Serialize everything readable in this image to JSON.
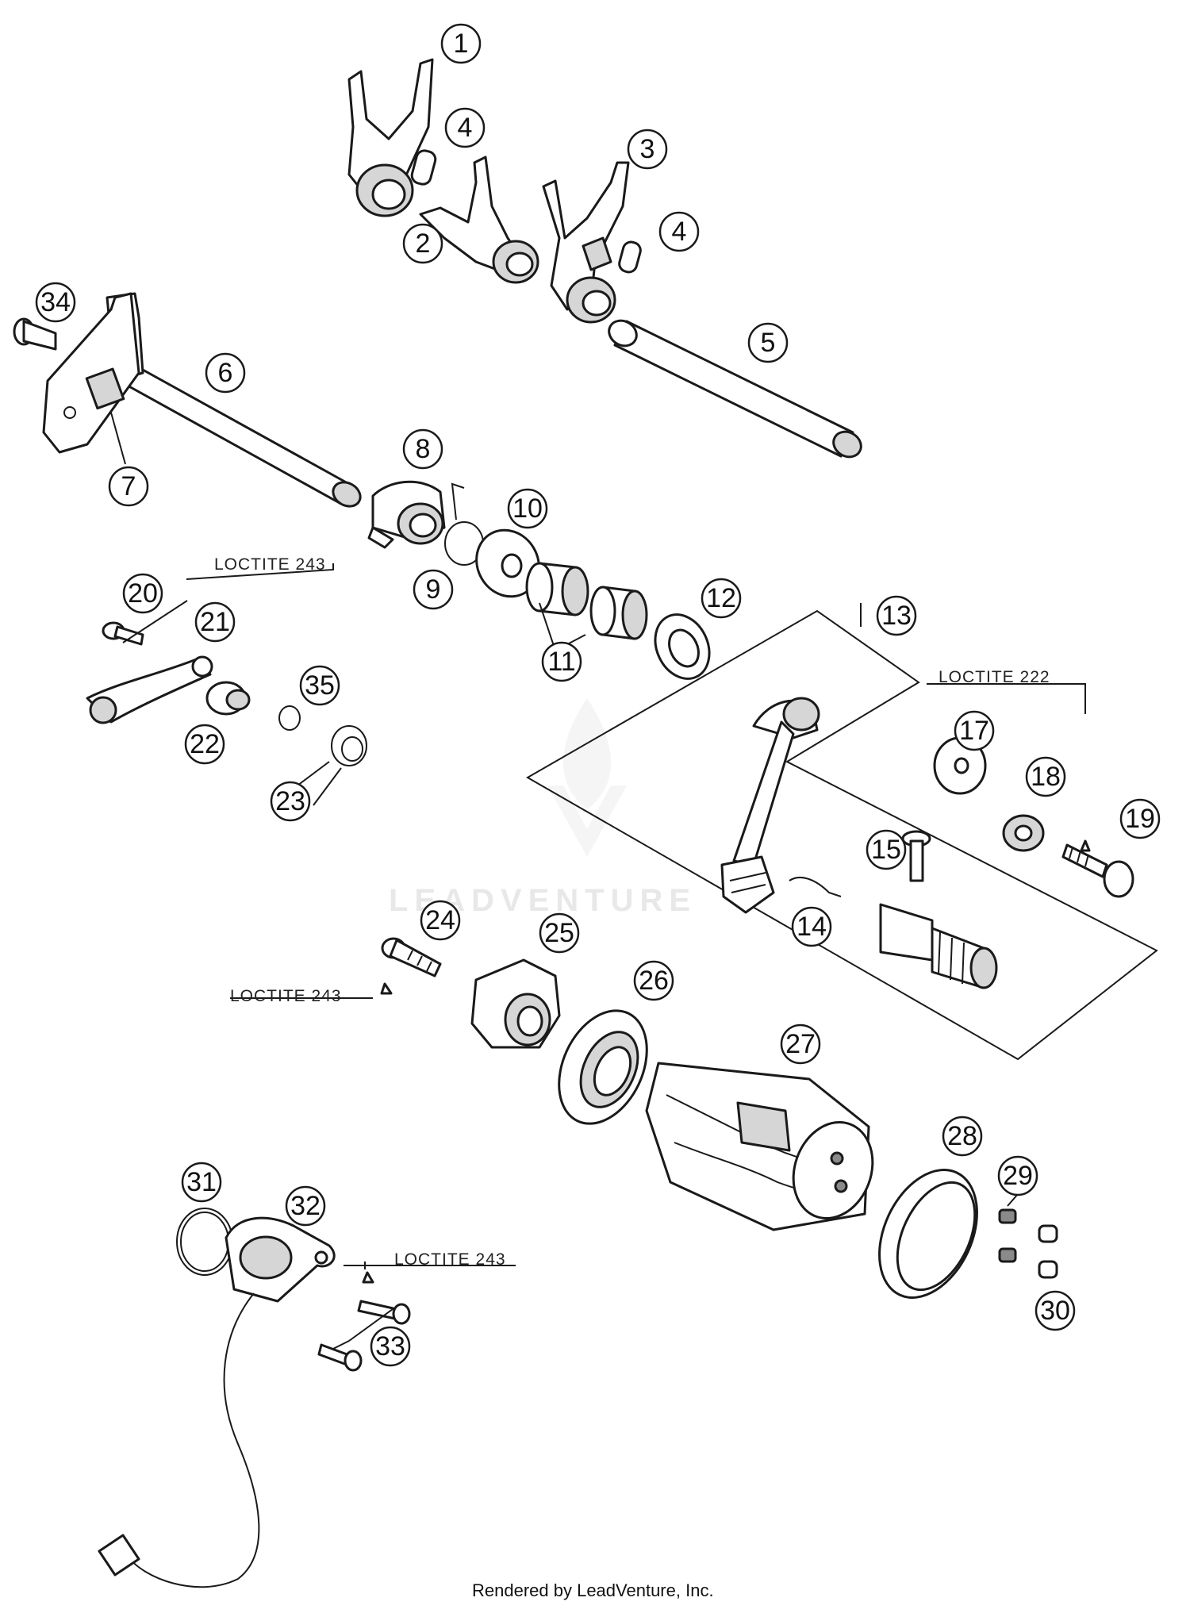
{
  "callouts": [
    "1",
    "2",
    "3",
    "4",
    "4",
    "5",
    "6",
    "7",
    "8",
    "9",
    "10",
    "11",
    "12",
    "13",
    "14",
    "15",
    "17",
    "18",
    "19",
    "20",
    "21",
    "22",
    "23",
    "24",
    "25",
    "26",
    "27",
    "28",
    "29",
    "30",
    "31",
    "32",
    "33",
    "34",
    "35"
  ],
  "notes": {
    "loctite_243_a": "LOCTITE 243",
    "loctite_222": "LOCTITE 222",
    "loctite_243_b": "LOCTITE 243",
    "loctite_243_c": "LOCTITE 243"
  },
  "watermark": "LEADVENTURE",
  "credit": "Rendered by LeadVenture, Inc."
}
